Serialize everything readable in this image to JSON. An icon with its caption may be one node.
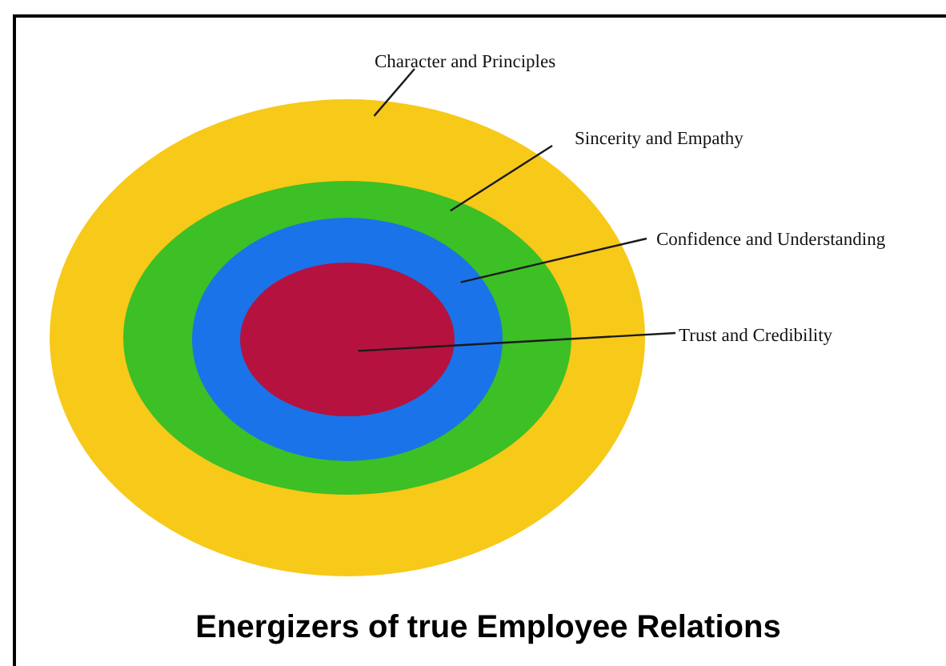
{
  "diagram": {
    "title": "Energizers of true Employee Relations",
    "nodes": [
      {
        "text": [],
        "shape": "ellipse"
      },
      {
        "text": [],
        "shape": "ellipse",
        "in": 0
      },
      {
        "text": [],
        "shape": "ellipse",
        "in": 1
      },
      {
        "text": [],
        "shape": "ellipse",
        "in": 2
      },
      {
        "text": [
          "Character and Principles"
        ]
      },
      {
        "text": [
          "Sincerity and Empathy"
        ]
      },
      {
        "text": [
          "Confidence and Understanding"
        ]
      },
      {
        "text": [
          "Trust and Credibility"
        ]
      }
    ],
    "edges": [
      {
        "from": 4,
        "to": 0,
        "arrow": "none"
      },
      {
        "from": 5,
        "to": 1,
        "arrow": "none"
      },
      {
        "from": 6,
        "to": 2,
        "arrow": "none"
      },
      {
        "from": 7,
        "to": 3,
        "arrow": "none"
      }
    ]
  }
}
